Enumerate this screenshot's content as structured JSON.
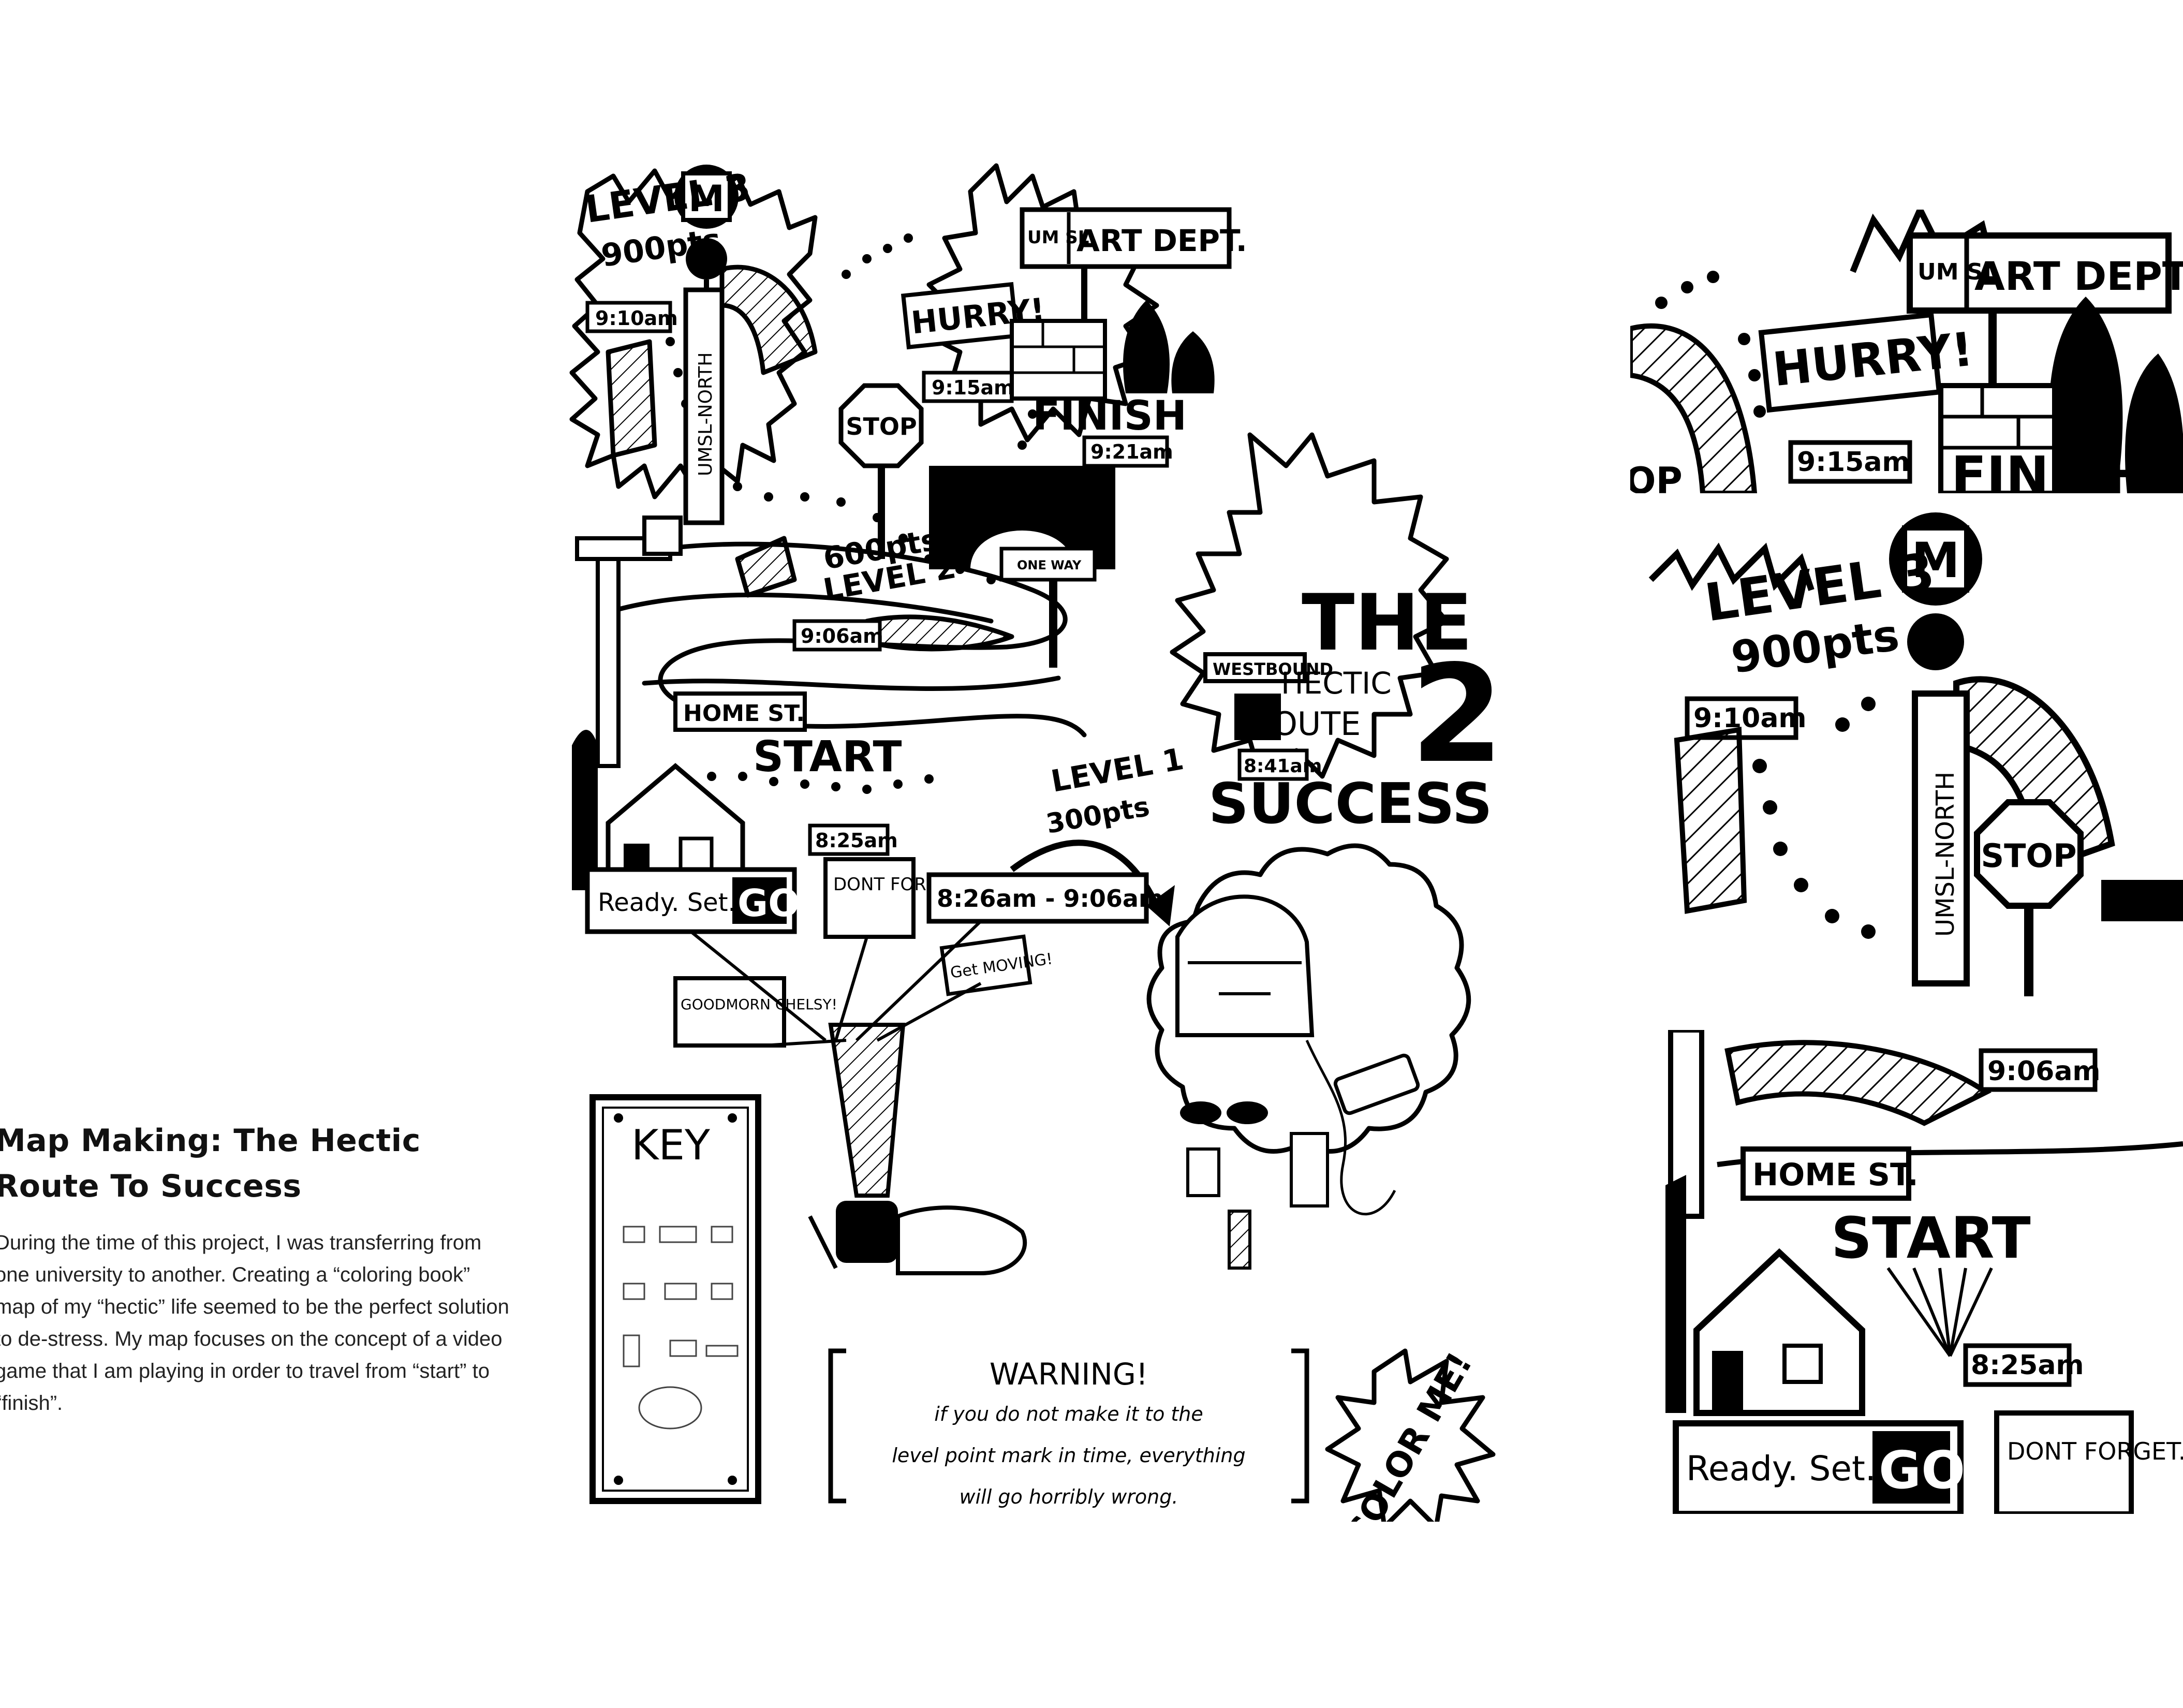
{
  "caption": {
    "title_line1": "Map Making: The Hectic",
    "title_line2": "Route To Success",
    "body": "During the time of this project, I was transferring from one university to another. Creating a “coloring book” map of my “hectic” life seemed to be the perfect solution to de-stress. My map focuses on the concept of a video game that I am playing in order to travel from “start” to “finish”."
  },
  "map": {
    "title_the": "THE",
    "title_hectic": "HECTIC",
    "title_route": "ROUTE",
    "title_two": "2",
    "title_success": "SUCCESS",
    "level3": "LEVEL 3",
    "level3_pts": "900pts",
    "level2": "LEVEL 2",
    "level2_pts": "600pts",
    "level1": "LEVEL 1",
    "level1_pts": "300pts",
    "time_910": "9:10am",
    "time_915": "9:15am",
    "time_921": "9:21am",
    "time_906": "9:06am",
    "time_841": "8:41am",
    "time_825": "8:25am",
    "time_range": "8:26am - 9:06am",
    "metro_letter": "M",
    "umsl_north": "UMSL-NORTH",
    "stop": "STOP",
    "hurry": "HURRY!",
    "umsl": "UM SL",
    "art_dept": "ART DEPT.",
    "finish": "FINISH",
    "one_way": "ONE WAY",
    "westbound": "WESTBOUND",
    "home_st": "HOME ST.",
    "start": "START",
    "ready_set": "Ready. Set.",
    "go": "GO",
    "dont_forget": "DONT FORGET...",
    "get_moving": "Get MOVING!",
    "goodmorn": "GOODMORN CHELSY!",
    "key": "KEY",
    "warning_title": "WARNING!",
    "warning_line1": "if you do not make it to the",
    "warning_line2": "level point mark in time, everything",
    "warning_line3": "will go horribly wrong.",
    "color_me": "COLOR ME!"
  }
}
